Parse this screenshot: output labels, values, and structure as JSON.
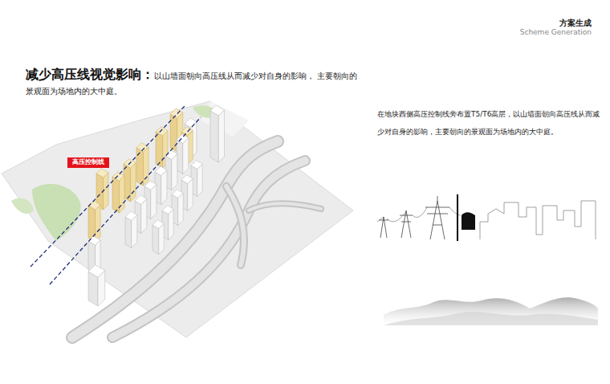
{
  "diagram": {
    "title": "减少高压线视觉影响：",
    "caption": "以山墙面朝向高压线从而减少对自身的影响， 主要朝向的景观面为场地内的大中庭。",
    "nodes": [
      {
        "text": [
          "高压控制线"
        ]
      }
    ],
    "labels": [
      "方案生成",
      "Scheme Generation",
      "在地块西侧高压控制线旁布置T5/T6高层，以山墙面朝向高压线从而减少对自身的影响，主要朝向的景观面为场地内的大中庭。"
    ]
  }
}
